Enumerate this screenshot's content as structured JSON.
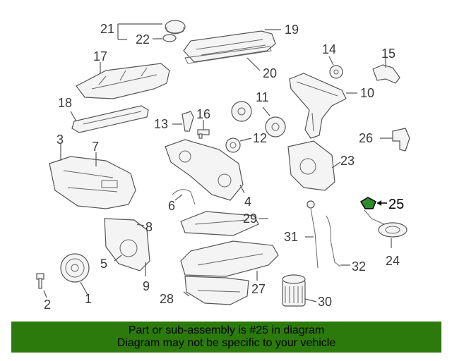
{
  "diagram": {
    "callouts": {
      "c1": "1",
      "c2": "2",
      "c3": "3",
      "c4": "4",
      "c5": "5",
      "c6": "6",
      "c7": "7",
      "c8": "8",
      "c9": "9",
      "c10": "10",
      "c11": "11",
      "c12": "12",
      "c13": "13",
      "c14": "14",
      "c15": "15",
      "c16": "16",
      "c17": "17",
      "c18": "18",
      "c19": "19",
      "c20": "20",
      "c21": "21",
      "c22": "22",
      "c23": "23",
      "c24": "24",
      "c25": "25",
      "c26": "26",
      "c27": "27",
      "c28": "28",
      "c29": "29",
      "c30": "30",
      "c31": "31",
      "c32": "32"
    },
    "highlight_color": "#2e8b2e"
  },
  "footer": {
    "line1": "Part or sub-assembly is #25 in diagram",
    "line2": "Diagram may not be specific to your vehicle",
    "background": "#2b7a0b"
  }
}
